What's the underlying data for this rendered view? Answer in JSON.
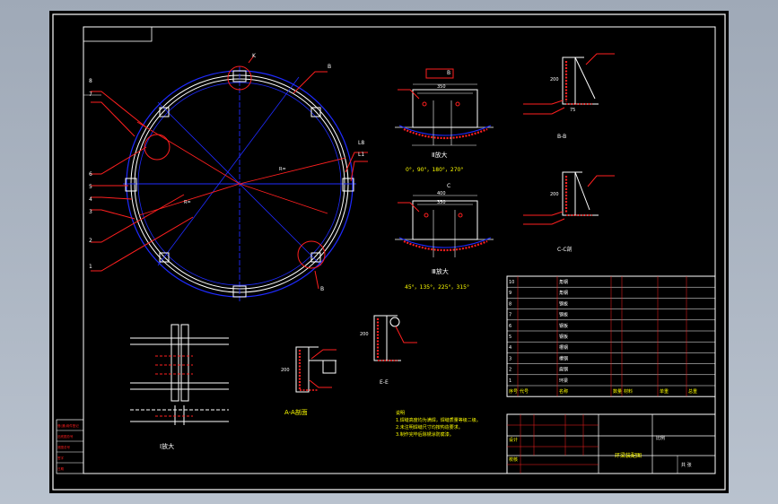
{
  "colors": {
    "background": "#000000",
    "frame": "#ffffff",
    "dimension": "#1f2bff",
    "leader": "#ff1f1f",
    "annotation_text": "#ffff00",
    "part": "#ffffff"
  },
  "ring": {
    "callouts_left": [
      "8",
      "7",
      "6",
      "5",
      "4",
      "3",
      "2",
      "1"
    ],
    "callouts_top": [
      "K",
      "B"
    ],
    "callouts_right": [
      "L8",
      "L1"
    ],
    "callout_bottom": "B",
    "dims": [
      "R=",
      "R="
    ]
  },
  "details": {
    "detail_a_title": "Ⅱ放大",
    "detail_a_angles": "0°，90°，180°，270°",
    "detail_a_dims": [
      "B",
      "350"
    ],
    "detail_b_title": "Ⅲ放大",
    "detail_b_angles": "45°，135°，225°，315°",
    "detail_b_dims": [
      "C",
      "400",
      "350"
    ],
    "detail_i_title": "Ⅰ放大",
    "section_aa_title": "A-A剖面",
    "section_bb_title": "B-B",
    "section_cc_title": "C-C剖",
    "section_ee_title": "E-E",
    "dim_200": "200",
    "dim_75": "75"
  },
  "notes": {
    "heading": "说明",
    "lines": [
      "1.焊缝高度均为满焊，焊缝质量等级二级。",
      "2.未注明焊缝尺寸均按构造要求。",
      "3.制作完毕后除锈涂防腐漆。"
    ]
  },
  "bom": {
    "rows": [
      [
        "10",
        "",
        "角钢",
        "",
        "",
        "",
        ""
      ],
      [
        "9",
        "",
        "角钢",
        "",
        "",
        "",
        ""
      ],
      [
        "8",
        "",
        "钢板",
        "",
        "",
        "",
        ""
      ],
      [
        "7",
        "",
        "钢板",
        "",
        "",
        "",
        ""
      ],
      [
        "6",
        "",
        "钢板",
        "",
        "",
        "",
        ""
      ],
      [
        "5",
        "",
        "钢板",
        "",
        "",
        "",
        ""
      ],
      [
        "4",
        "",
        "槽钢",
        "",
        "",
        "",
        ""
      ],
      [
        "3",
        "",
        "槽钢",
        "",
        "",
        "",
        ""
      ],
      [
        "2",
        "",
        "扁钢",
        "",
        "",
        "",
        ""
      ],
      [
        "1",
        "",
        "环梁",
        "",
        "",
        "",
        ""
      ]
    ],
    "header": [
      "序号",
      "代号",
      "名称",
      "数量",
      "材料",
      "单重",
      "总重"
    ]
  },
  "title_block": {
    "drawing_name": "环梁装配图",
    "scale_label": "比例",
    "sheet_label": "共  张",
    "designer_label": "设计",
    "checker_label": "校核"
  },
  "stamp": [
    "借(通)用件登记",
    "旧底图总号",
    "底图总号",
    "签字",
    "日期"
  ]
}
